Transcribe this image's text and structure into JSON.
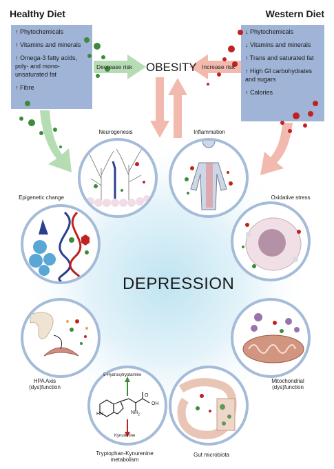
{
  "healthy": {
    "title": "Healthy Diet",
    "items": [
      "↑ Phytochemicals",
      "↑ Vitamins and minerals",
      "↑ Omega-3 fatty acids, poly- and mono-unsaturated fat",
      "↑ Fibre"
    ],
    "arrow_label": "Decrease risk"
  },
  "western": {
    "title": "Western Diet",
    "items": [
      "↓ Phytochemicals",
      "↓ Vitamins and minerals",
      "↑ Trans and saturated fat",
      "↑ High GI carbohydrates and sugars",
      "↑ Calories"
    ],
    "arrow_label": "Increase risk"
  },
  "center": {
    "obesity": "OBESITY",
    "depression": "DEPRESSION"
  },
  "mechanisms": {
    "neurogenesis": "Neurogenesis",
    "inflammation": "Inflammation",
    "epigenetic": "Epigenetic change",
    "oxidative": "Oxidative stress",
    "hpa": "HPA Axis (dys)function",
    "mito": "Mitochondrial (dys)function",
    "tryptophan": "Tryptophan-Kynurenine metabolism",
    "gut": "Gut microbiota"
  },
  "molecule": {
    "top": "5-Hydroxytryptamine",
    "bottom": "Kynurenine",
    "oh": "OH",
    "o": "O",
    "nh2": "NH",
    "hn": "HN",
    "sub2": "2"
  },
  "colors": {
    "box": "#9fb4d6",
    "ring": "#a5bcd9",
    "green_arrow": "#b6dcb4",
    "red_arrow": "#f2b9ae"
  }
}
